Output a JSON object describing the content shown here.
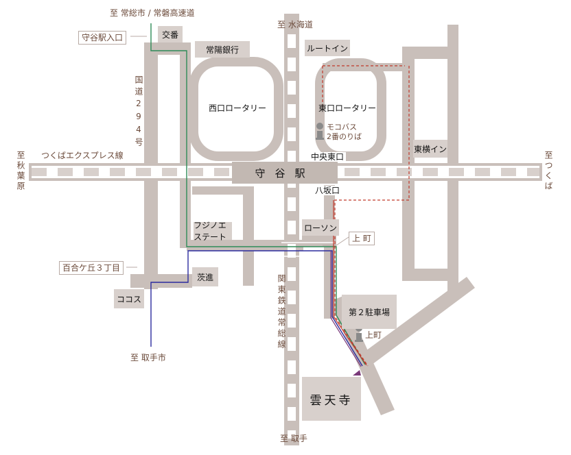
{
  "directions": {
    "north_left": "至 常総市 / 常磐高速道",
    "north_center": "至 水海道",
    "south_left": "至 取手市",
    "south_center": "至 取手",
    "west": "至秋葉原",
    "east": "至つくば"
  },
  "roads": {
    "route294": "国道294号",
    "kanto_line": "関東鉄道常総線",
    "tsukuba_express": "つくばエクスプレス線"
  },
  "station": {
    "name": "守谷駅"
  },
  "exits": {
    "east_center": "中央東口",
    "yasaka": "八坂口"
  },
  "rotaries": {
    "west": "西口ロータリー",
    "east": "東口ロータリー"
  },
  "bus_stops": {
    "moco": [
      "モコバス",
      "2番のりば"
    ],
    "kamimachi": "上町"
  },
  "landmarks": {
    "koban": "交番",
    "joyo_bank": "常陽銀行",
    "route_inn": "ルートイン",
    "toyoko_inn": "東横イン",
    "fujino": "フジノエステート",
    "lawson": "ローソン",
    "ibaraki": "茨進",
    "cocos": "ココス",
    "parking2": "第２駐車場",
    "temple": "雲天寺"
  },
  "intersections": {
    "moriya_entrance": "守谷駅入口",
    "yurigaoka": "百合ケ丘３丁目",
    "kamimachi": "上 町"
  },
  "route_colors": {
    "green": "#2e8b57",
    "blue": "#2a2a9e",
    "red": "#c0392b",
    "purple": "#7b3a7a",
    "road": "#c9bfba",
    "road_light": "#d8d0cc"
  }
}
